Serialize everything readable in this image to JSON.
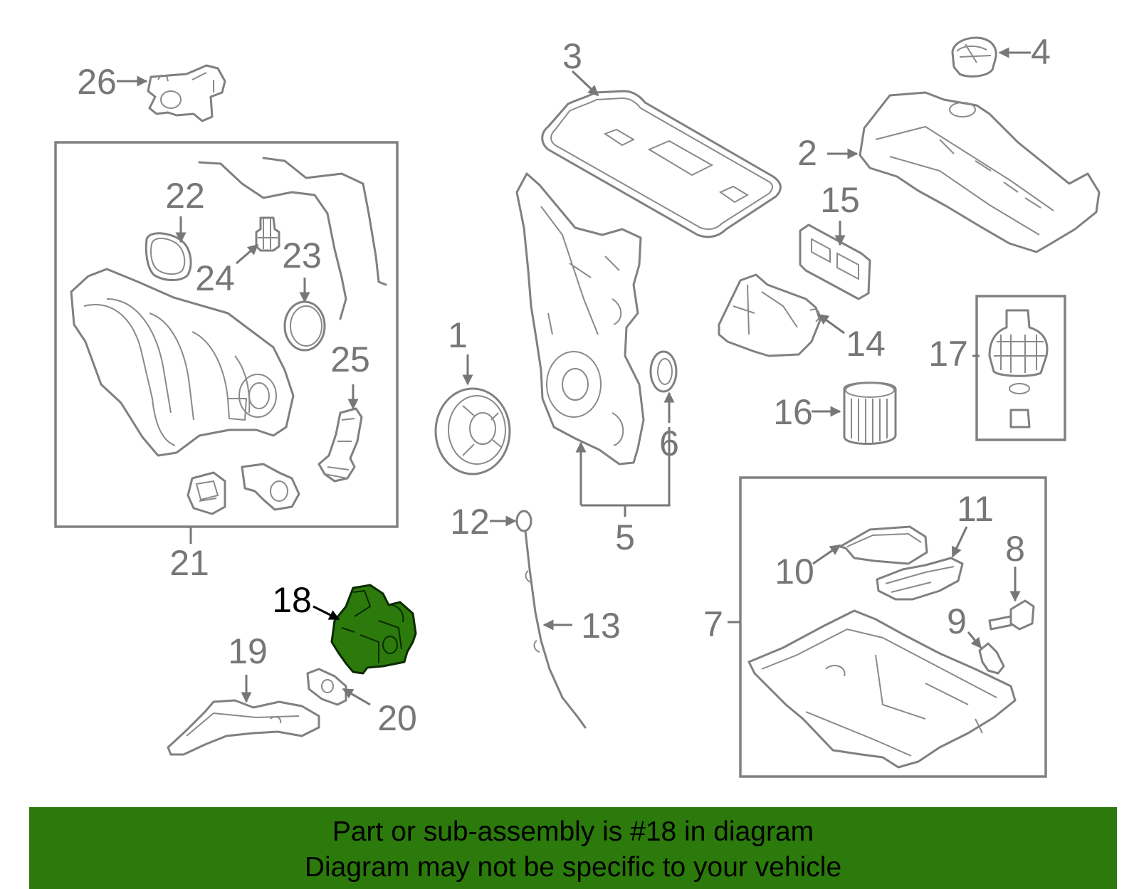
{
  "diagram": {
    "highlight_color": "#2b7a0b",
    "callouts": [
      {
        "id": "1",
        "label": "1"
      },
      {
        "id": "2",
        "label": "2"
      },
      {
        "id": "3",
        "label": "3"
      },
      {
        "id": "4",
        "label": "4"
      },
      {
        "id": "5",
        "label": "5"
      },
      {
        "id": "6",
        "label": "6"
      },
      {
        "id": "7",
        "label": "7"
      },
      {
        "id": "8",
        "label": "8"
      },
      {
        "id": "9",
        "label": "9"
      },
      {
        "id": "10",
        "label": "10"
      },
      {
        "id": "11",
        "label": "11"
      },
      {
        "id": "12",
        "label": "12"
      },
      {
        "id": "13",
        "label": "13"
      },
      {
        "id": "14",
        "label": "14"
      },
      {
        "id": "15",
        "label": "15"
      },
      {
        "id": "16",
        "label": "16"
      },
      {
        "id": "17",
        "label": "17"
      },
      {
        "id": "18",
        "label": "18",
        "highlighted": true
      },
      {
        "id": "19",
        "label": "19"
      },
      {
        "id": "20",
        "label": "20"
      },
      {
        "id": "21",
        "label": "21"
      },
      {
        "id": "22",
        "label": "22"
      },
      {
        "id": "23",
        "label": "23"
      },
      {
        "id": "24",
        "label": "24"
      },
      {
        "id": "25",
        "label": "25"
      },
      {
        "id": "26",
        "label": "26"
      }
    ]
  },
  "banner": {
    "line1": "Part or sub-assembly is #18 in diagram",
    "line2": "Diagram may not be specific to your vehicle",
    "background": "#2b7a0b"
  }
}
